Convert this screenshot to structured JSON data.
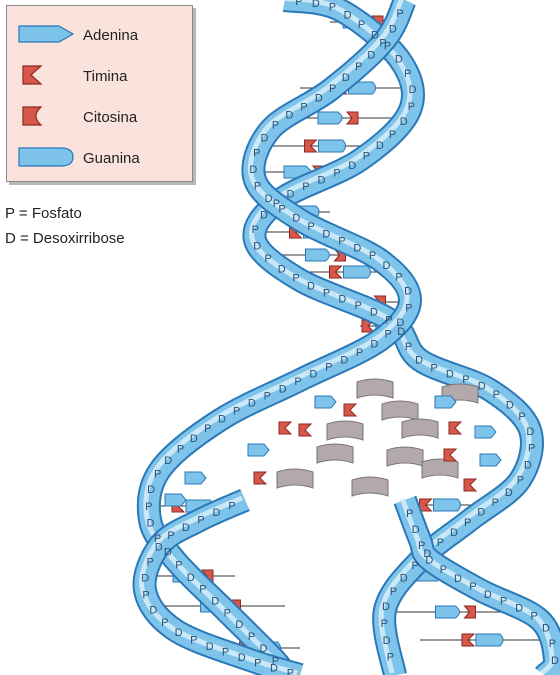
{
  "legend": {
    "items": [
      {
        "label": "Adenina",
        "icon": "adenine-icon",
        "color": "#7ec3ea"
      },
      {
        "label": "Timina",
        "icon": "thymine-icon",
        "color": "#d7574a"
      },
      {
        "label": "Citosina",
        "icon": "cytosine-icon",
        "color": "#d7574a"
      },
      {
        "label": "Guanina",
        "icon": "guanine-icon",
        "color": "#7ec3ea"
      }
    ]
  },
  "notes": {
    "p_line": "P = Fosfato",
    "d_line": "D = Desoxirribose"
  },
  "strand_letters": {
    "phosphate": "P",
    "sugar": "D"
  },
  "colors": {
    "strand": "#7ec3ea",
    "strand_dark": "#2a78b8",
    "red_base": "#d7574a",
    "free_nucleotide": "#b3a9aa",
    "legend_bg": "#fbe3dd"
  }
}
